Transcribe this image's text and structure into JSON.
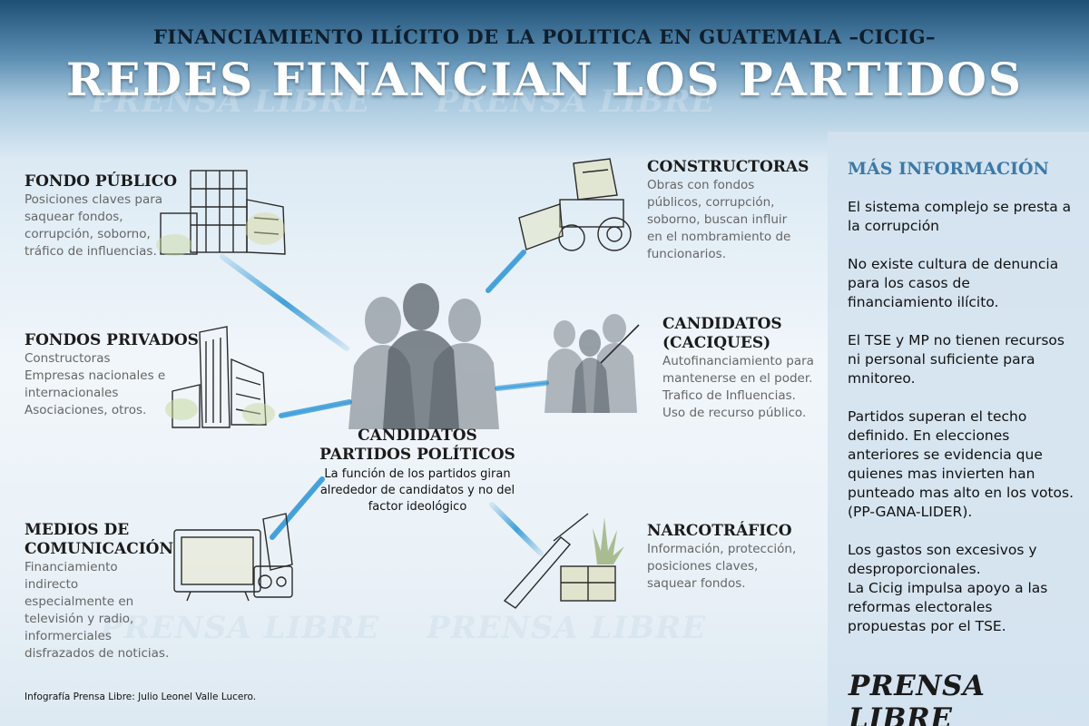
{
  "header": {
    "kicker": "FINANCIAMIENTO ILÍCITO DE LA POLITICA EN GUATEMALA –CICIG–",
    "title": "REDES FINANCIAN LOS PARTIDOS"
  },
  "watermark": "PRENSA LIBRE",
  "center": {
    "title_line1": "CANDIDATOS",
    "title_line2": "PARTIDOS POLÍTICOS",
    "description": "La función de los partidos giran alrededor de candidatos y no del factor ideológico"
  },
  "blocks": {
    "fondo_publico": {
      "title": "FONDO PÚBLICO",
      "text": "Posiciones claves para saquear fondos, corrupción, soborno, tráfico de influencias."
    },
    "fondos_privados": {
      "title": "FONDOS PRIVADOS",
      "lines": [
        "Constructoras",
        "Empresas nacionales e internacionales",
        "Asociaciones, otros."
      ]
    },
    "medios": {
      "title_line1": "MEDIOS DE",
      "title_line2": "COMUNICACIÓN",
      "text": "Financiamiento indirecto especialmente en televisión y radio, informerciales disfrazados de noticias."
    },
    "constructoras": {
      "title": "CONSTRUCTORAS",
      "text": "Obras con fondos públicos, corrupción, soborno, buscan influir en el nombramiento de funcionarios."
    },
    "caciques": {
      "title_line1": "CANDIDATOS",
      "title_line2": "(CACIQUES)",
      "lines": [
        "Autofinanciamiento para mantenerse en el poder.",
        "Trafico de Influencias.",
        "Uso de recurso público."
      ]
    },
    "narco": {
      "title": "NARCOTRÁFICO",
      "text": "Información, protección, posiciones claves, saquear fondos."
    }
  },
  "sidebar": {
    "heading": "MÁS INFORMACIÓN",
    "notes": [
      "El sistema complejo se presta a la corrupción",
      "No existe cultura de denuncia para los casos de financiamiento ilícito.",
      "El TSE y MP no tienen recursos ni personal suficiente para mnitoreo.",
      "Partidos superan el techo definido. En elecciones anteriores se evidencia que quienes mas invierten han punteado mas alto en los votos. (PP-GANA-LIDER).",
      "Los gastos son excesivos y desproporcionales.\nLa Cicig impulsa apoyo a las reformas electorales propuestas por el TSE."
    ]
  },
  "logo": "PRENSA LIBRE",
  "credit": "Infografía Prensa Libre: Julio Leonel Valle Lucero.",
  "colors": {
    "accent": "#3c79a8",
    "connector": "#2f96d6",
    "header_dark": "#1d4e74"
  }
}
